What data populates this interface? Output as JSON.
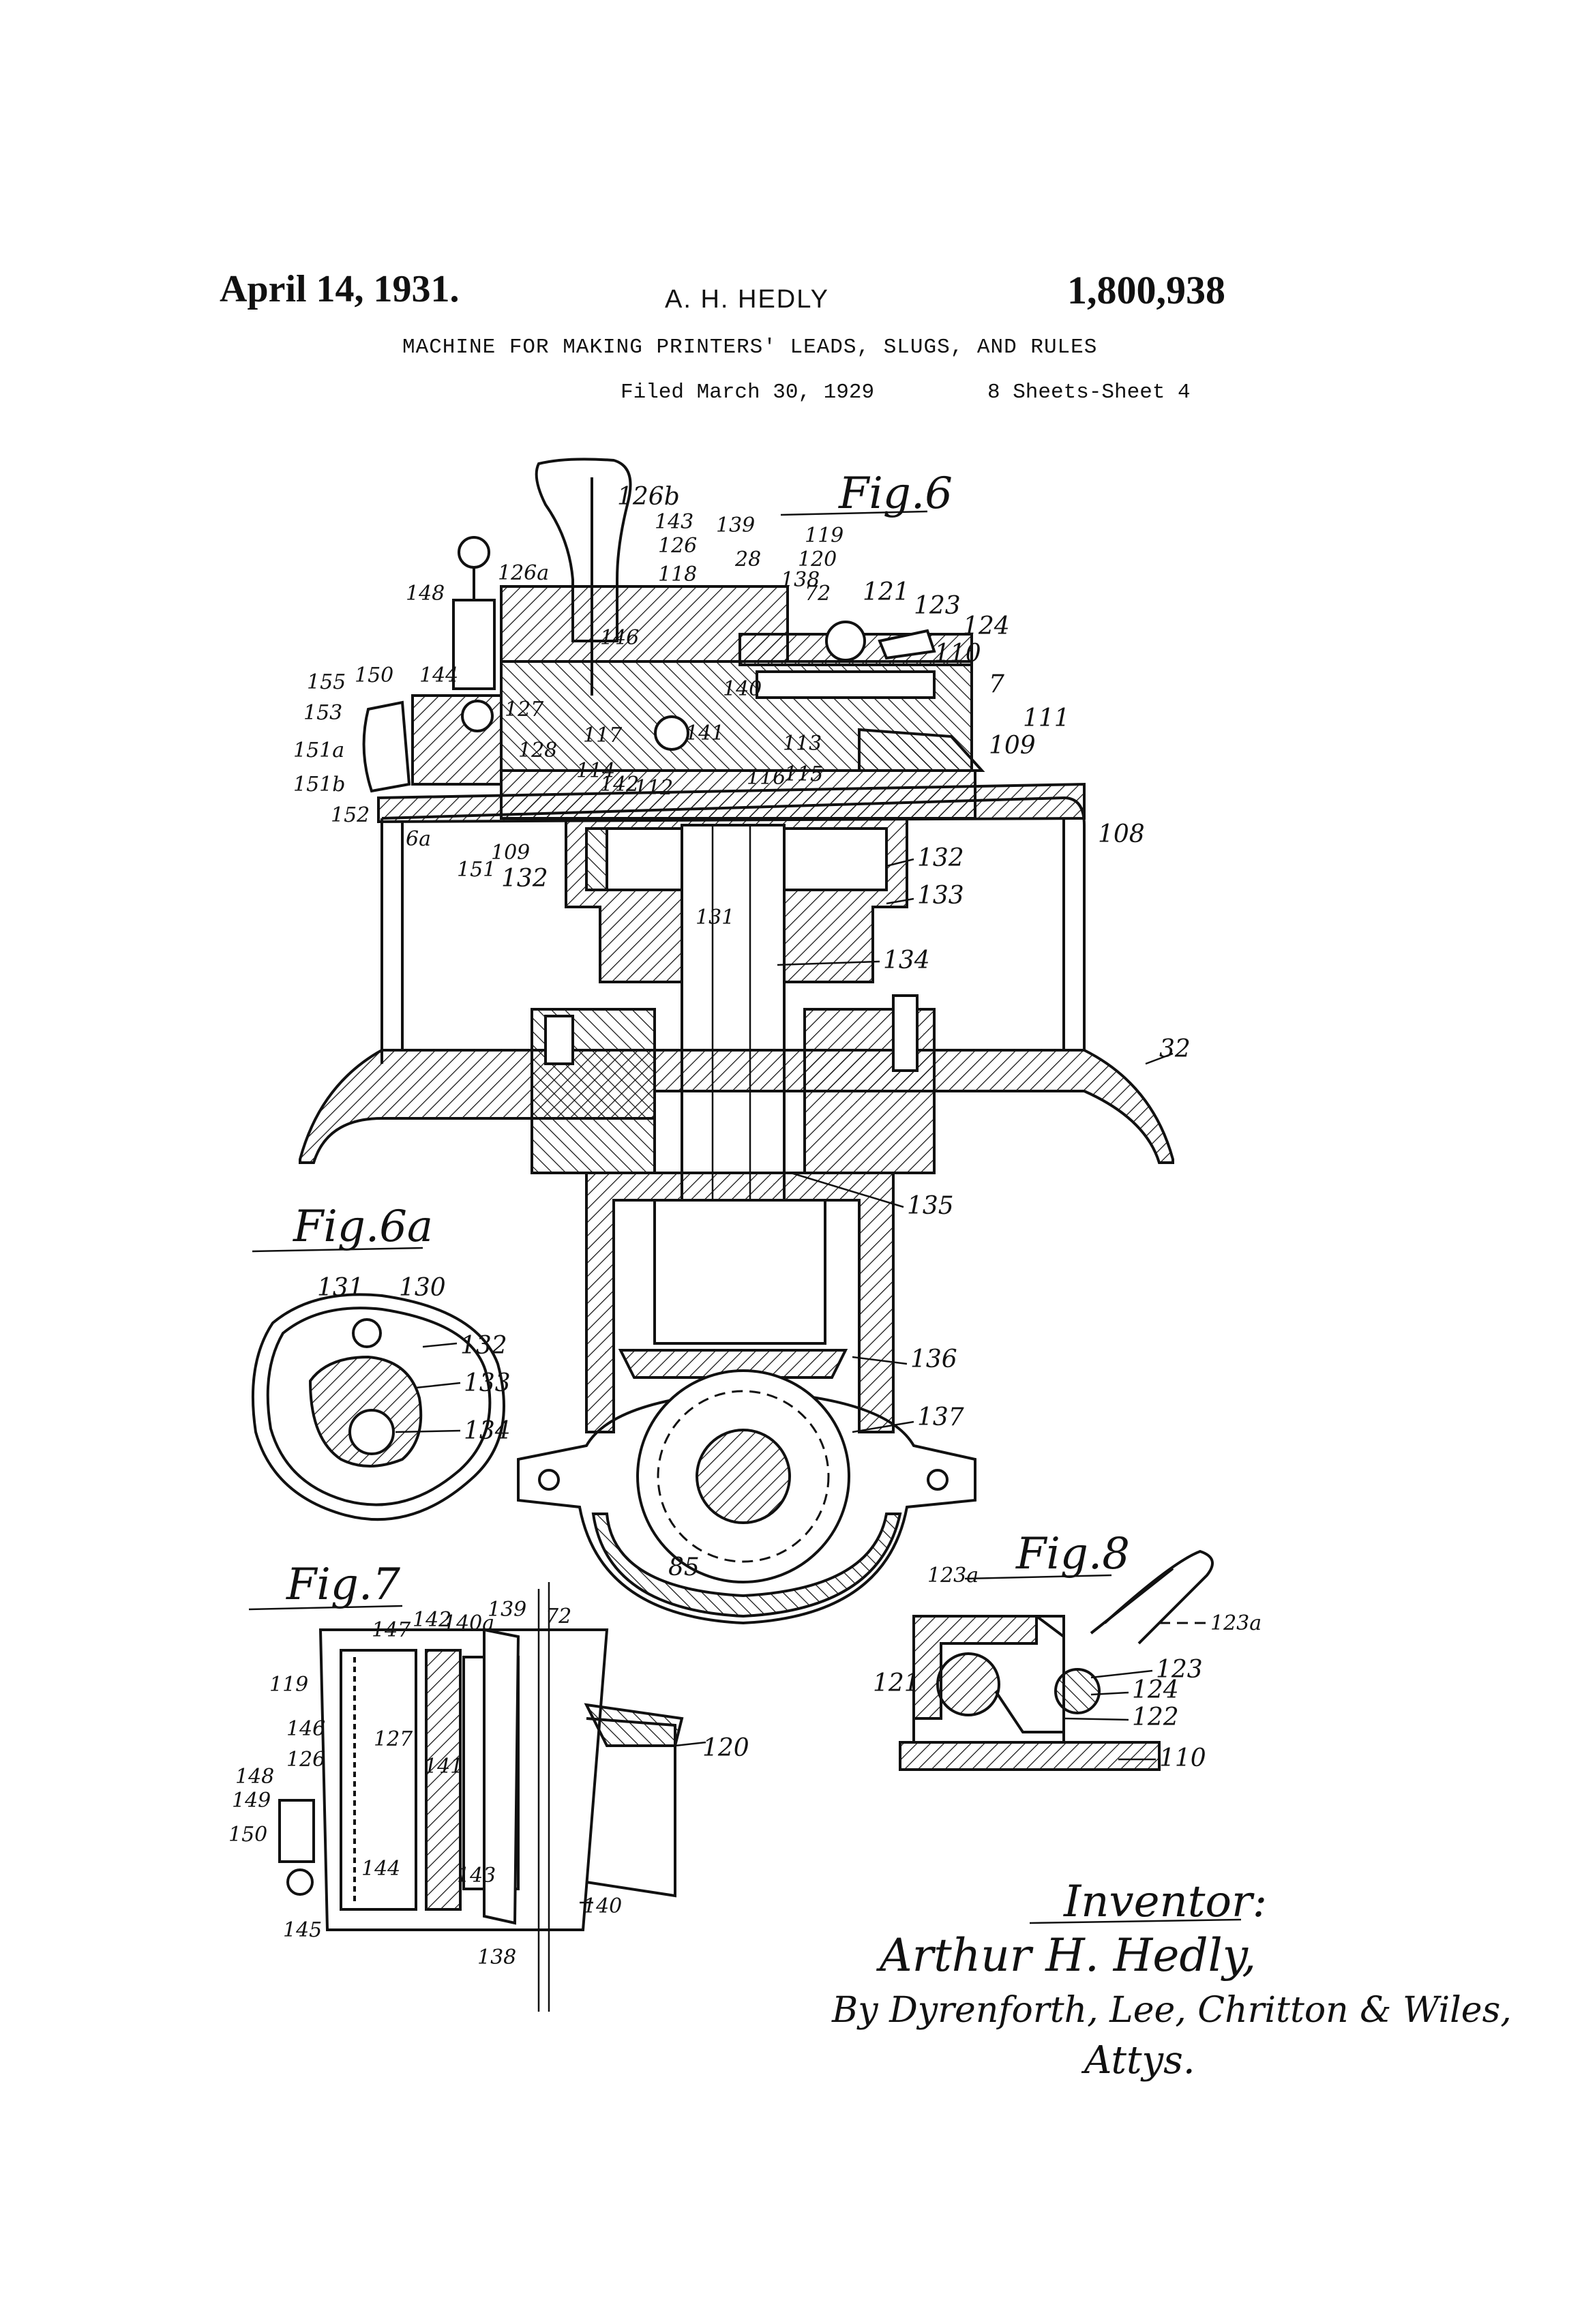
{
  "header": {
    "date": "April 14, 1931.",
    "inventor": "A. H. HEDLY",
    "patent_number": "1,800,938",
    "title": "MACHINE FOR MAKING PRINTERS' LEADS, SLUGS, AND RULES",
    "filed": "Filed March 30, 1929",
    "sheets": "8 Sheets-Sheet  4"
  },
  "figures": {
    "fig6": "Fig.6",
    "fig6a": "Fig.6a",
    "fig7": "Fig.7",
    "fig8": "Fig.8"
  },
  "labels": {
    "fig6": [
      "126b",
      "143",
      "139",
      "119",
      "120",
      "126",
      "28",
      "138",
      "72",
      "121",
      "123",
      "124",
      "126a",
      "118",
      "110",
      "7",
      "148",
      "146",
      "144",
      "140",
      "141",
      "111",
      "155",
      "150",
      "127",
      "113",
      "109",
      "153",
      "128",
      "117",
      "114",
      "116",
      "115",
      "151a",
      "112",
      "151b",
      "142",
      "152",
      "108",
      "6a",
      "109",
      "132",
      "151",
      "132",
      "133",
      "131",
      "134",
      "32",
      "135",
      "136",
      "137",
      "85"
    ],
    "fig6a": [
      "131",
      "130",
      "132",
      "133",
      "134"
    ],
    "fig7": [
      "147",
      "142",
      "140a",
      "139",
      "72",
      "119",
      "146",
      "127",
      "120",
      "126",
      "141",
      "148",
      "149",
      "150",
      "144",
      "143",
      "145",
      "140",
      "138"
    ],
    "fig8": [
      "123a",
      "123a",
      "121",
      "123",
      "124",
      "122",
      "110"
    ]
  },
  "signature": {
    "heading": "Inventor:",
    "name": "Arthur H. Hedly,",
    "by_line": "By Dyrenforth, Lee, Chritton & Wiles,",
    "attys": "Attys."
  }
}
